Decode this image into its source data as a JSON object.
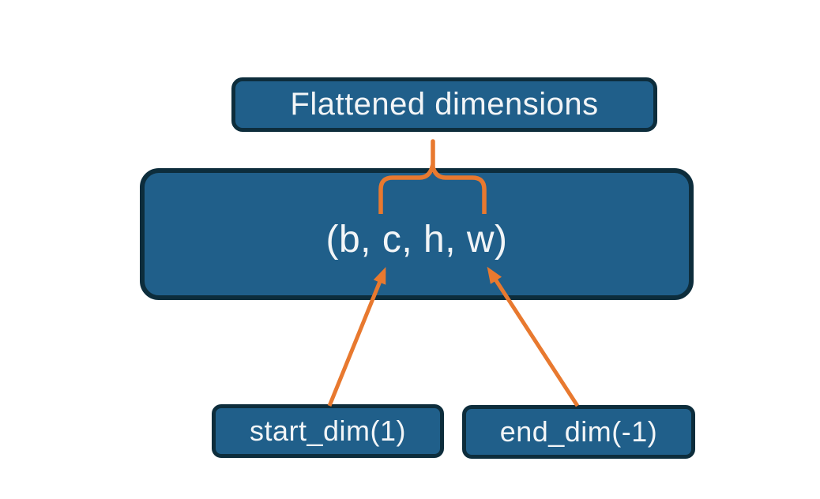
{
  "diagram": {
    "title": "tensor flatten dimensions diagram",
    "nodes": {
      "flattened": {
        "label": "Flattened dimensions"
      },
      "tensor": {
        "label": "(b, c, h, w)"
      },
      "start_dim": {
        "label": "start_dim(1)"
      },
      "end_dim": {
        "label": "end_dim(-1)"
      }
    }
  },
  "colors": {
    "background": "#ffffff",
    "node-fill": "#205f8a",
    "node-border": "#0d2d3c",
    "node-text": "#f2f5f7",
    "accent": "#e8792f"
  }
}
